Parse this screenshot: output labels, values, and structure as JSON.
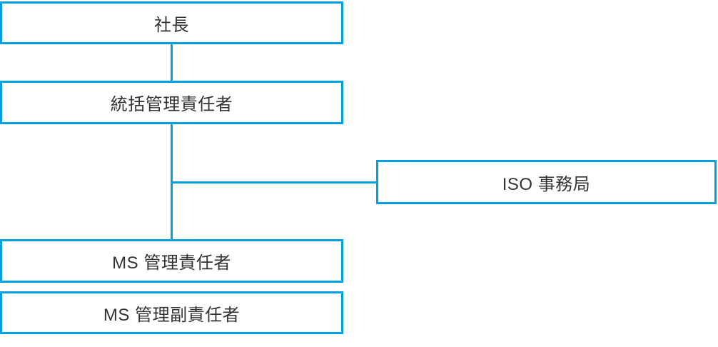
{
  "diagram": {
    "type": "org-chart",
    "colors": {
      "box_border": "#00a0dc",
      "connector": "#00a0dc",
      "text": "#333333",
      "background": "#ffffff"
    },
    "nodes": [
      {
        "id": "president",
        "label": "社長"
      },
      {
        "id": "general-manager",
        "label": "統括管理責任者"
      },
      {
        "id": "iso-office",
        "label": "ISO 事務局"
      },
      {
        "id": "ms-manager",
        "label": "MS 管理責任者"
      },
      {
        "id": "ms-deputy-manager",
        "label": "MS 管理副責任者"
      }
    ],
    "edges": [
      {
        "from": "president",
        "to": "general-manager",
        "style": "vertical-line"
      },
      {
        "from": "general-manager",
        "to": "ms-manager",
        "style": "vertical-line"
      },
      {
        "from": "general-manager",
        "to": "iso-office",
        "style": "horizontal-branch"
      }
    ]
  }
}
